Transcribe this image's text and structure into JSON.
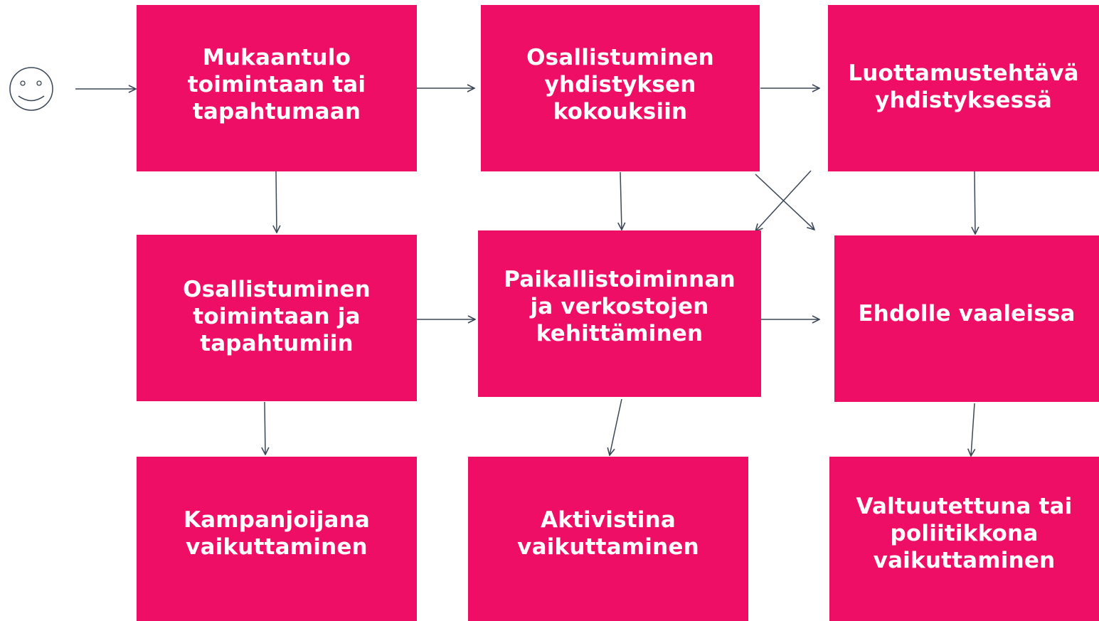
{
  "diagram": {
    "start_icon": "smiley-face-icon",
    "colors": {
      "box_fill": "#ee0e65",
      "box_text": "#ffffff",
      "arrow": "#4a5568"
    },
    "nodes": {
      "mukaantulo": "Mukaantulo\ntoimintaan tai\ntapahtumaan",
      "osallistuminen_kokouksiin": "Osallistuminen\nyhdistyksen\nkokouksiin",
      "luottamustehtava": "Luottamustehtävä\nyhdistyksessä",
      "osallistuminen_toimintaan": "Osallistuminen\ntoimintaan ja\ntapahtumiin",
      "paikallistoiminta": "Paikallistoiminnan\nja verkostojen\nkehittäminen",
      "ehdolle": "Ehdolle vaaleissa",
      "kampanjoija": "Kampanjoijana\nvaikuttaminen",
      "aktivisti": "Aktivistina\nvaikuttaminen",
      "valtuutettu": "Valtuutettuna tai\npoliitikkona\nvaikuttaminen"
    }
  }
}
